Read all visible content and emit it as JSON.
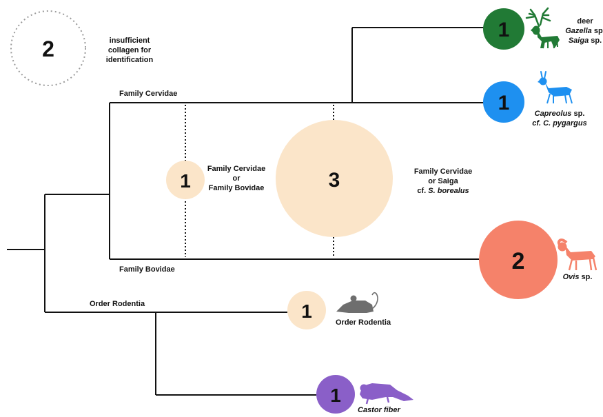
{
  "colors": {
    "line": "#111111",
    "green": "#217a35",
    "blue": "#1e90f0",
    "salmon": "#f5826a",
    "purple": "#8a5fc8",
    "cream": "#fbe5c9",
    "rodent": "#6e6e6e",
    "dotted_circle": "#9a9a9a"
  },
  "legend": {
    "count": "2",
    "text_lines": [
      "insufficient",
      "collagen for",
      "identification"
    ]
  },
  "branches": {
    "cervidae": "Family Cervidae",
    "bovidae": "Family Bovidae",
    "rodentia": "Order Rodentia"
  },
  "nodes": {
    "deer": {
      "count": "1",
      "line1": "deer",
      "line2_italic": "Gazella",
      "line2_rest": " sp.",
      "line3_italic": "Saiga",
      "line3_rest": " sp.",
      "icon": "deer-icon"
    },
    "capreolus": {
      "count": "1",
      "line1_italic": "Capreolus",
      "line1_rest": " sp.",
      "line2": "cf. C. pygargus",
      "icon": "roe-deer-icon"
    },
    "cervidae_bovidae": {
      "count": "1",
      "label_lines": [
        "Family Cervidae",
        "or",
        "Family Bovidae"
      ]
    },
    "cervidae_saiga": {
      "count": "3",
      "line1": "Family Cervidae",
      "line2": "or Saiga",
      "line3_plain": "cf. ",
      "line3_italic": "S. borealus"
    },
    "ovis": {
      "count": "2",
      "label_italic": "Ovis",
      "label_rest": " sp.",
      "icon": "ram-icon"
    },
    "rodentia": {
      "count": "1",
      "label": "Order Rodentia",
      "icon": "mouse-icon"
    },
    "castor": {
      "count": "1",
      "label": "Castor fiber",
      "icon": "beaver-icon"
    }
  }
}
